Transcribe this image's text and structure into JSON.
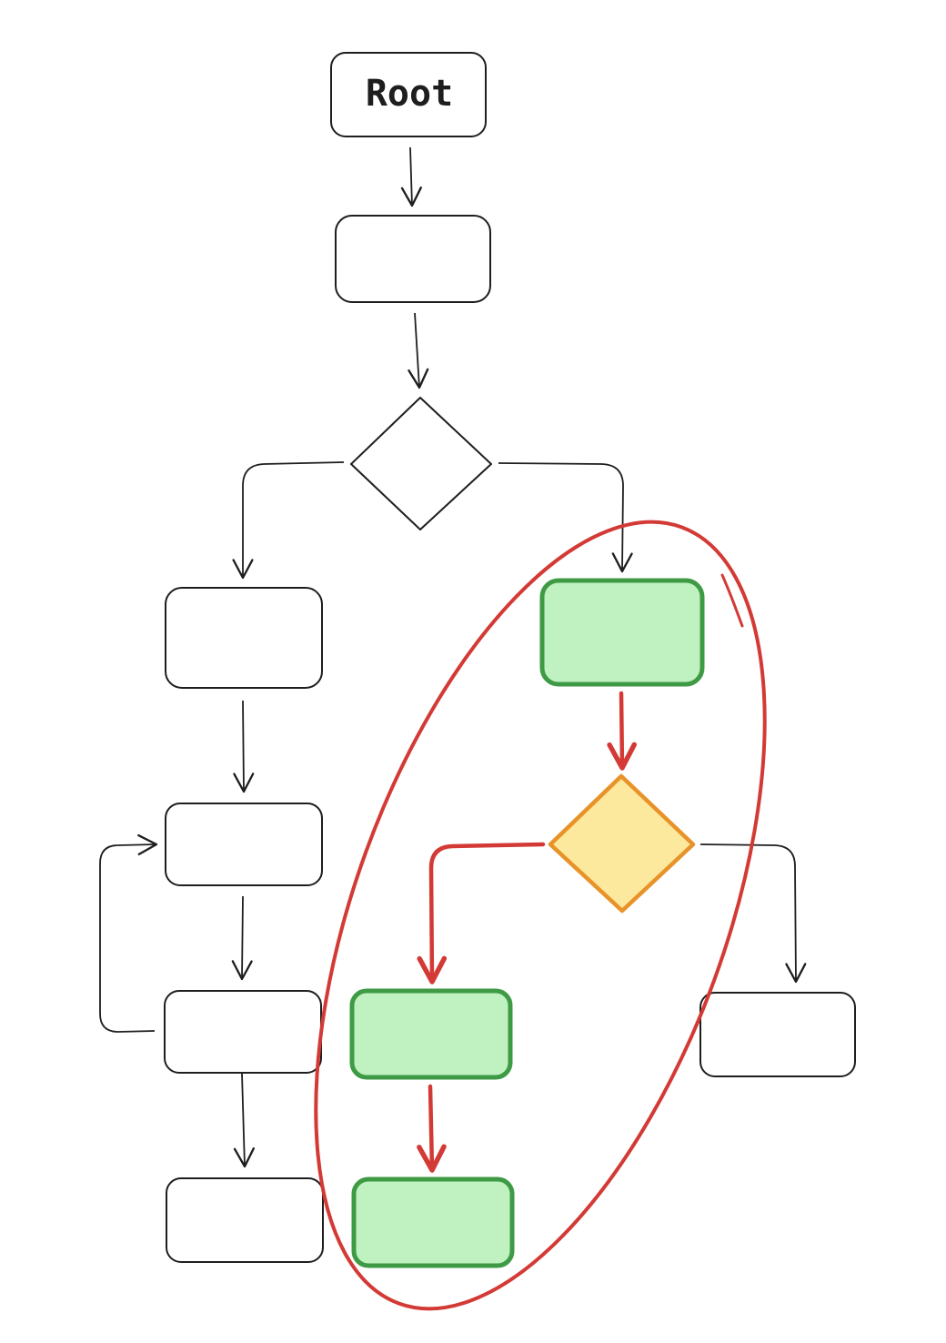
{
  "diagram": {
    "root": {
      "label": "Root"
    },
    "colors": {
      "stroke": "#1e1e1e",
      "highlight_stroke": "#d33a35",
      "green_fill": "#c0f1c0",
      "green_stroke": "#3f9a45",
      "yellow_fill": "#fde99d",
      "yellow_stroke": "#e8932a",
      "background": "#ffffff"
    },
    "nodes": [
      {
        "id": "root",
        "shape": "rounded-rect",
        "label": "Root",
        "highlighted": false
      },
      {
        "id": "step-1",
        "shape": "rounded-rect",
        "label": "",
        "highlighted": false
      },
      {
        "id": "decision-1",
        "shape": "diamond",
        "label": "",
        "highlighted": false
      },
      {
        "id": "left-1",
        "shape": "rounded-rect",
        "label": "",
        "highlighted": false
      },
      {
        "id": "left-2",
        "shape": "rounded-rect",
        "label": "",
        "highlighted": false
      },
      {
        "id": "left-3",
        "shape": "rounded-rect",
        "label": "",
        "highlighted": false
      },
      {
        "id": "left-4",
        "shape": "rounded-rect",
        "label": "",
        "highlighted": false
      },
      {
        "id": "right-1",
        "shape": "rounded-rect",
        "label": "",
        "highlighted": true
      },
      {
        "id": "decision-2",
        "shape": "diamond",
        "label": "",
        "highlighted": true
      },
      {
        "id": "mid-1",
        "shape": "rounded-rect",
        "label": "",
        "highlighted": true
      },
      {
        "id": "mid-2",
        "shape": "rounded-rect",
        "label": "",
        "highlighted": true
      },
      {
        "id": "far-right-1",
        "shape": "rounded-rect",
        "label": "",
        "highlighted": false
      }
    ],
    "edges": [
      {
        "from": "root",
        "to": "step-1",
        "highlighted": false
      },
      {
        "from": "step-1",
        "to": "decision-1",
        "highlighted": false
      },
      {
        "from": "decision-1",
        "to": "left-1",
        "highlighted": false
      },
      {
        "from": "decision-1",
        "to": "right-1",
        "highlighted": false
      },
      {
        "from": "left-1",
        "to": "left-2",
        "highlighted": false
      },
      {
        "from": "left-2",
        "to": "left-3",
        "highlighted": false
      },
      {
        "from": "left-3",
        "to": "left-2",
        "highlighted": false
      },
      {
        "from": "left-3",
        "to": "left-4",
        "highlighted": false
      },
      {
        "from": "right-1",
        "to": "decision-2",
        "highlighted": true
      },
      {
        "from": "decision-2",
        "to": "mid-1",
        "highlighted": true
      },
      {
        "from": "decision-2",
        "to": "far-right-1",
        "highlighted": false
      },
      {
        "from": "mid-1",
        "to": "mid-2",
        "highlighted": true
      }
    ],
    "highlight_region": {
      "shape": "ellipse",
      "encloses": [
        "right-1",
        "decision-2",
        "mid-1",
        "mid-2"
      ]
    }
  }
}
